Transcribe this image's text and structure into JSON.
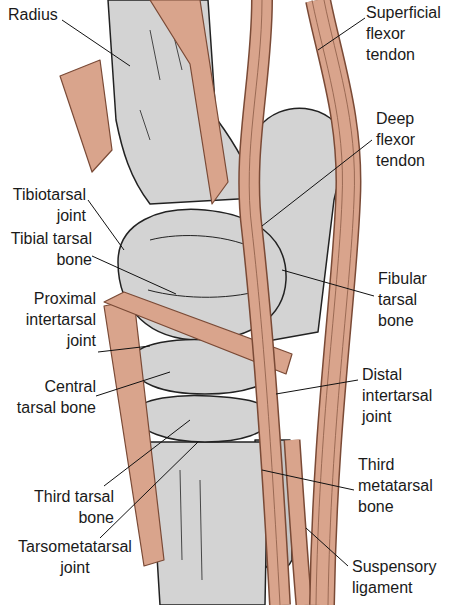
{
  "diagram": {
    "labels": [
      "Radius",
      "Superficial flexor tendon",
      "Deep flexor tendon",
      "Tibiotarsal joint",
      "Tibial tarsal bone",
      "Fibular tarsal bone",
      "Proximal intertarsal joint",
      "Central tarsal bone",
      "Distal intertarsal joint",
      "Third tarsal bone",
      "Third metatarsal bone",
      "Tarsometatarsal joint",
      "Suspensory ligament"
    ]
  }
}
